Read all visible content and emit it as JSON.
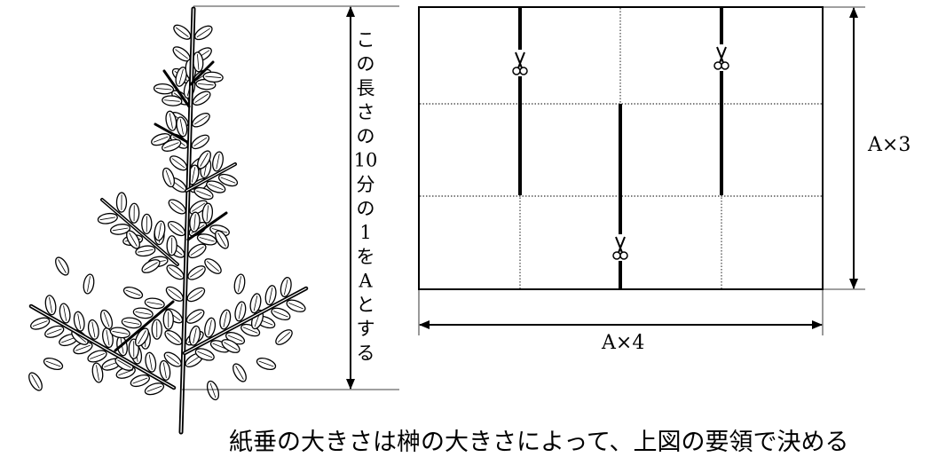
{
  "illustration": {
    "plant_name": "sakaki-branch",
    "measure_label": "この長さの10分の1をAとする"
  },
  "paper": {
    "width_label": "A×4",
    "height_label": "A×3",
    "cut_icon": "scissors-icon"
  },
  "caption": "紙垂の大きさは榊の大きさによって、上図の要領で決める"
}
